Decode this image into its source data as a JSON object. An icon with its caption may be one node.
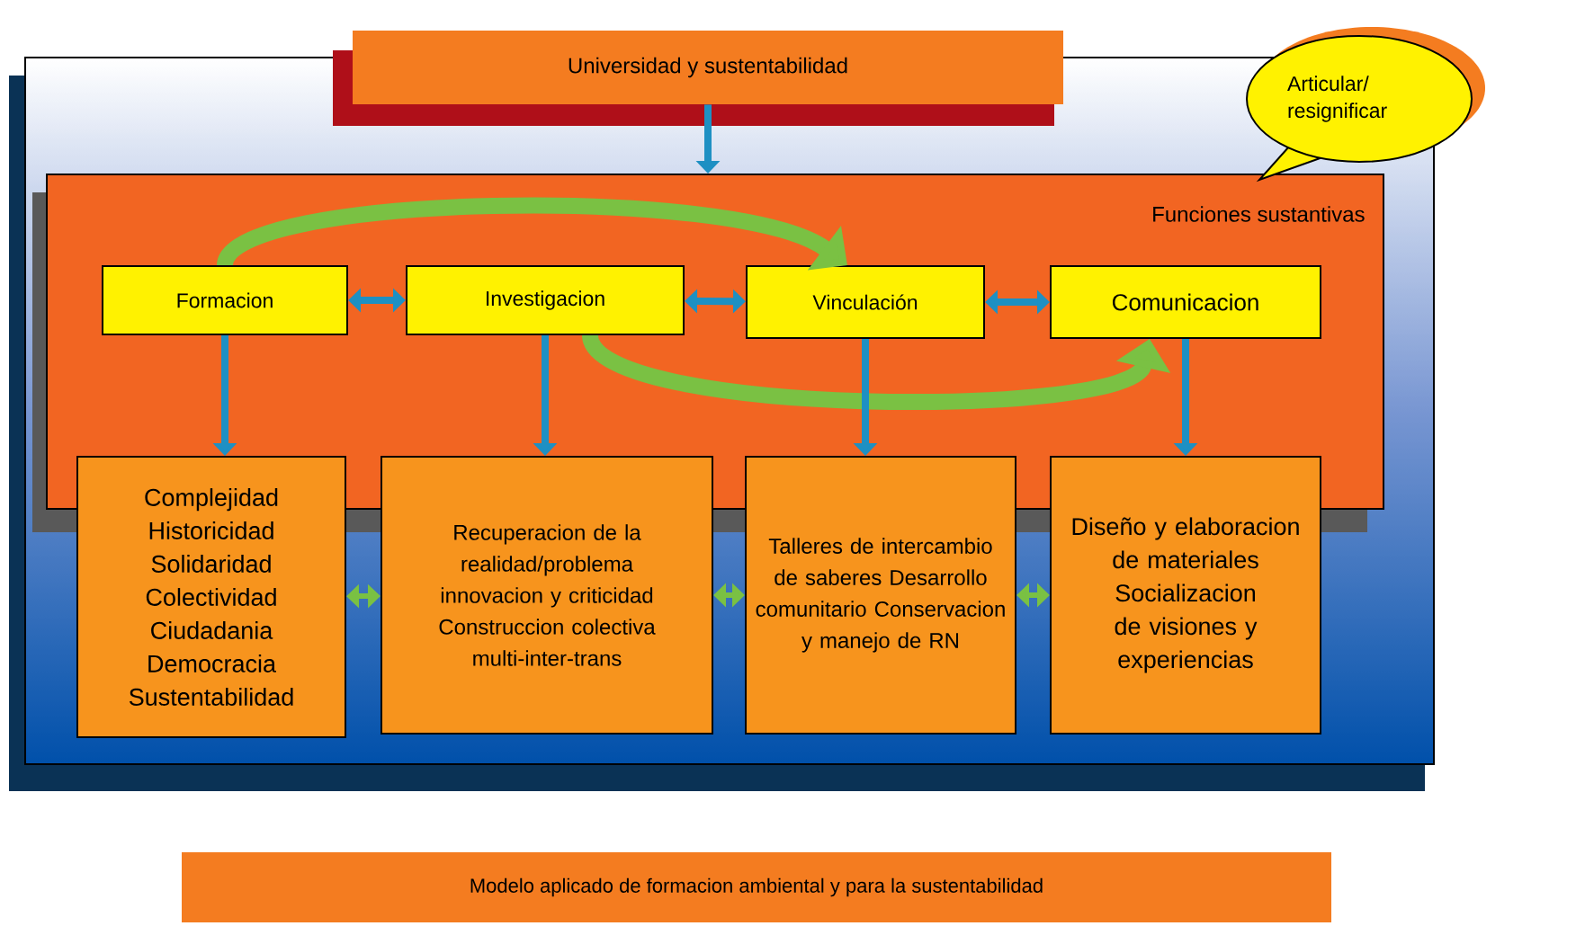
{
  "diagram": {
    "nodes": [
      {
        "text": [
          "Universidad y sustentabilidad"
        ]
      },
      {
        "text": [
          "Funciones sustantivas"
        ]
      },
      {
        "text": [
          "Formacion"
        ],
        "in": 1
      },
      {
        "text": [
          "Investigacion"
        ],
        "in": 1
      },
      {
        "text": [
          "Vinculación"
        ],
        "in": 1
      },
      {
        "text": [
          "Comunicacion"
        ],
        "in": 1
      },
      {
        "text": [
          "Complejidad Historicidad Solidaridad Colectividad Ciudadania Democracia Sustentabilidad"
        ]
      },
      {
        "text": [
          "Recuperacion de la realidad/problema innovacion y criticidad Construccion colectiva multi-inter-trans"
        ]
      },
      {
        "text": [
          "Talleres de intercambio de saberes Desarrollo comunitario Conservacion y manejo de RN"
        ]
      },
      {
        "text": [
          "Diseño y elaboracion de materiales Socializacion de visiones y experiencias"
        ]
      },
      {
        "text": [
          "Articular/ resignificar"
        ]
      },
      {
        "text": [
          "Modelo aplicado de formacion ambiental y para la sustentabilidad"
        ]
      }
    ],
    "edges": [
      {
        "from": 0,
        "to": 1,
        "arrow": "to"
      },
      {
        "from": 2,
        "to": 3,
        "arrow": "both"
      },
      {
        "from": 3,
        "to": 4,
        "arrow": "both"
      },
      {
        "from": 4,
        "to": 5,
        "arrow": "both"
      },
      {
        "from": 2,
        "to": 4,
        "arrow": "to",
        "style": "thick",
        "color": "#7ac143"
      },
      {
        "from": 3,
        "to": 5,
        "arrow": "to",
        "style": "thick",
        "color": "#7ac143"
      },
      {
        "from": 2,
        "to": 6,
        "arrow": "to"
      },
      {
        "from": 3,
        "to": 7,
        "arrow": "to"
      },
      {
        "from": 4,
        "to": 8,
        "arrow": "to"
      },
      {
        "from": 5,
        "to": 9,
        "arrow": "to"
      },
      {
        "from": 6,
        "to": 7,
        "arrow": "both",
        "color": "#7ac143"
      },
      {
        "from": 7,
        "to": 8,
        "arrow": "both",
        "color": "#7ac143"
      },
      {
        "from": 8,
        "to": 9,
        "arrow": "both",
        "color": "#7ac143"
      }
    ]
  }
}
